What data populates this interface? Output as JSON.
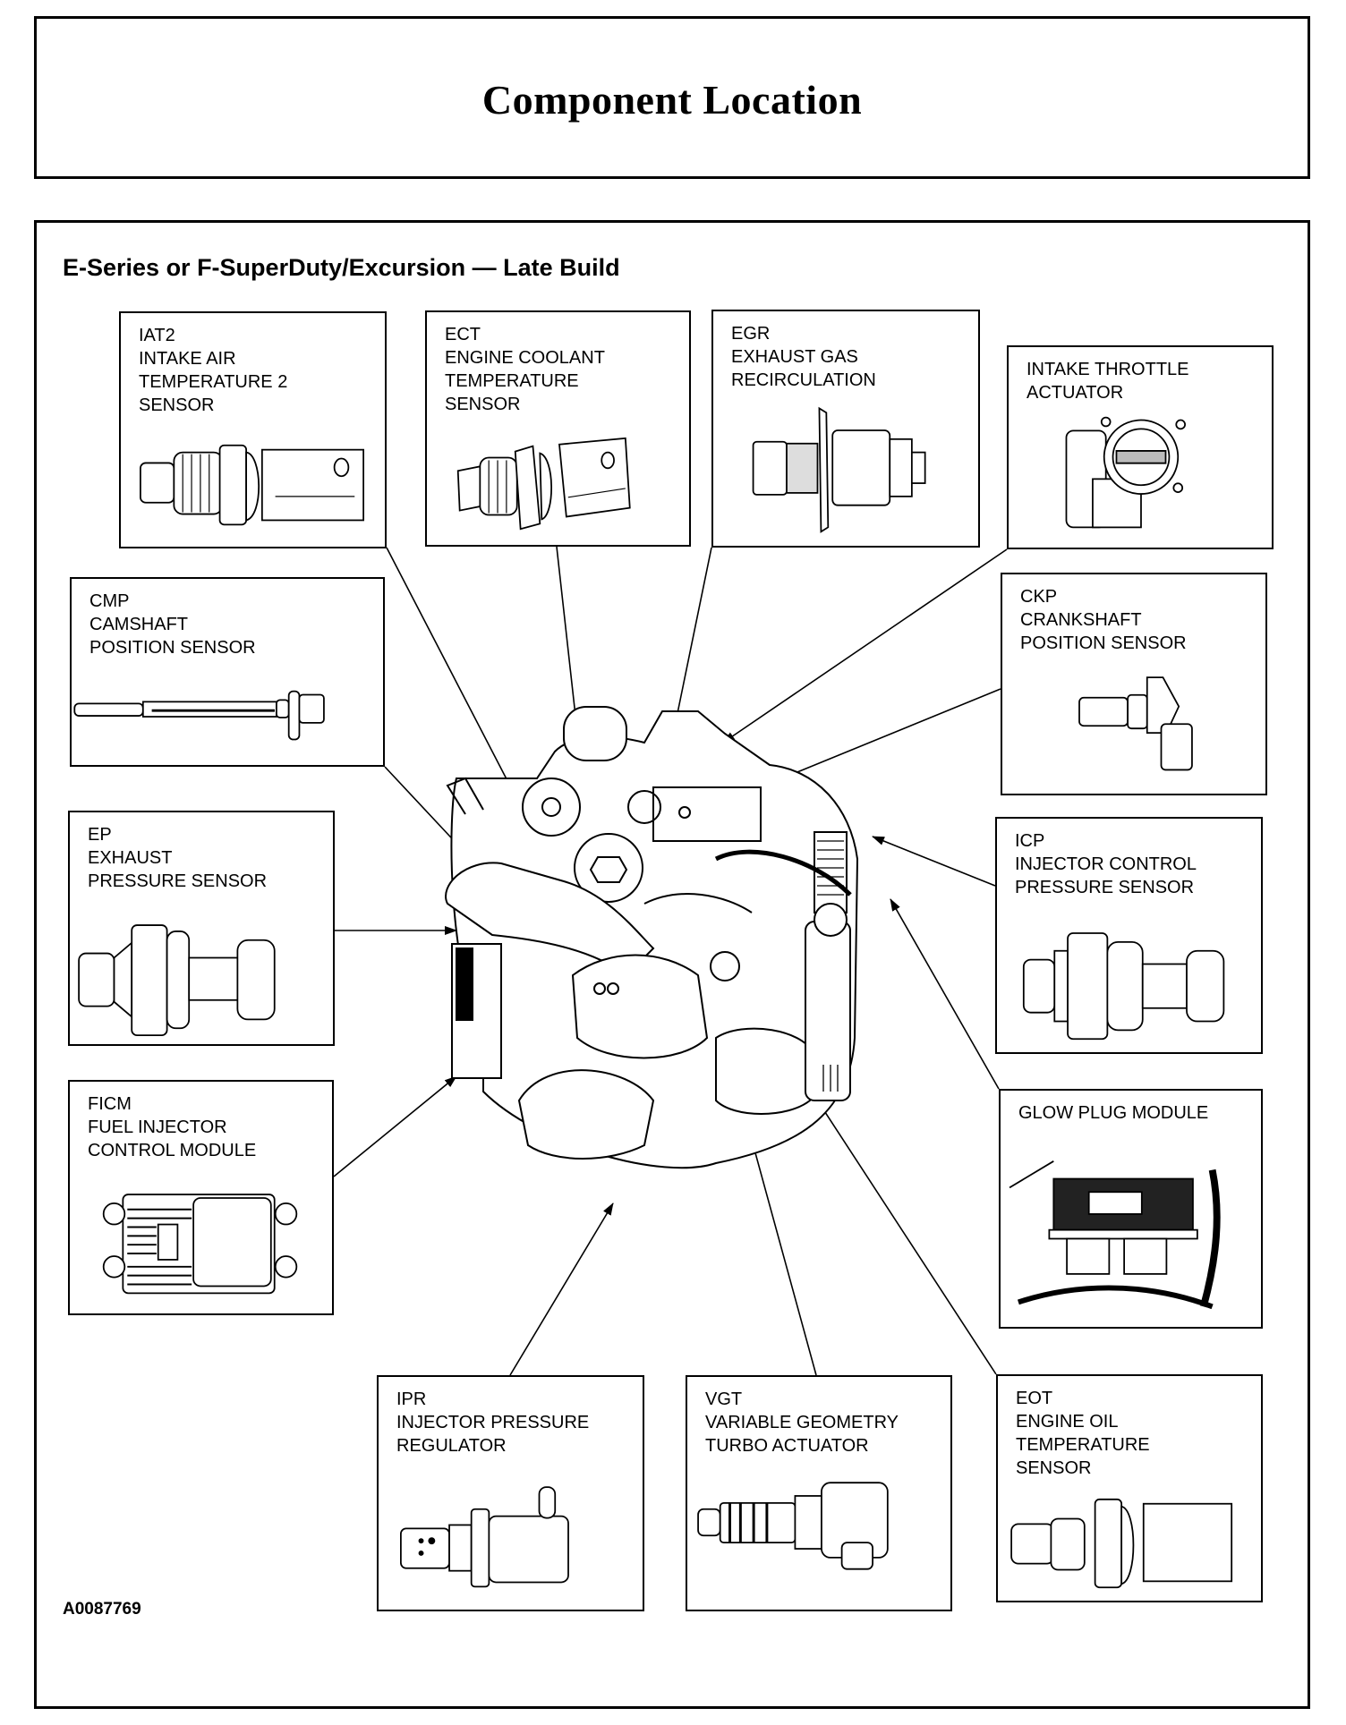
{
  "header": {
    "title": "Component Location"
  },
  "diagram": {
    "subtitle": "E-Series or F-SuperDuty/Excursion — Late Build",
    "figure_id": "A0087769",
    "center_image": "engine-assembly-illustration",
    "components": [
      {
        "id": "iat2",
        "abbr": "IAT2",
        "name": "INTAKE AIR\nTEMPERATURE 2\nSENSOR",
        "label": "IAT2\nINTAKE AIR\nTEMPERATURE 2\nSENSOR"
      },
      {
        "id": "ect",
        "abbr": "ECT",
        "name": "ENGINE COOLANT\nTEMPERATURE\nSENSOR",
        "label": "ECT\nENGINE COOLANT\nTEMPERATURE\nSENSOR"
      },
      {
        "id": "egr",
        "abbr": "EGR",
        "name": "EXHAUST GAS\nRECIRCULATION",
        "label": "EGR\nEXHAUST GAS\nRECIRCULATION"
      },
      {
        "id": "ita",
        "abbr": "",
        "name": "INTAKE THROTTLE\nACTUATOR",
        "label": "INTAKE THROTTLE\nACTUATOR"
      },
      {
        "id": "cmp",
        "abbr": "CMP",
        "name": "CAMSHAFT\nPOSITION SENSOR",
        "label": "CMP\nCAMSHAFT\nPOSITION SENSOR"
      },
      {
        "id": "ckp",
        "abbr": "CKP",
        "name": "CRANKSHAFT\nPOSITION SENSOR",
        "label": "CKP\nCRANKSHAFT\nPOSITION SENSOR"
      },
      {
        "id": "ep",
        "abbr": "EP",
        "name": "EXHAUST\nPRESSURE SENSOR",
        "label": "EP\nEXHAUST\nPRESSURE SENSOR"
      },
      {
        "id": "icp",
        "abbr": "ICP",
        "name": "INJECTOR CONTROL\nPRESSURE SENSOR",
        "label": "ICP\nINJECTOR CONTROL\nPRESSURE SENSOR"
      },
      {
        "id": "ficm",
        "abbr": "FICM",
        "name": "FUEL INJECTOR\nCONTROL MODULE",
        "label": "FICM\nFUEL INJECTOR\nCONTROL MODULE"
      },
      {
        "id": "gpm",
        "abbr": "",
        "name": "GLOW PLUG  MODULE",
        "label": "GLOW PLUG  MODULE"
      },
      {
        "id": "ipr",
        "abbr": "IPR",
        "name": "INJECTOR PRESSURE\nREGULATOR",
        "label": "IPR\nINJECTOR PRESSURE\nREGULATOR"
      },
      {
        "id": "vgt",
        "abbr": "VGT",
        "name": "VARIABLE GEOMETRY\nTURBO ACTUATOR",
        "label": "VGT\nVARIABLE GEOMETRY\nTURBO ACTUATOR"
      },
      {
        "id": "eot",
        "abbr": "EOT",
        "name": "ENGINE OIL\nTEMPERATURE\nSENSOR",
        "label": "EOT\nENGINE OIL\nTEMPERATURE\nSENSOR"
      }
    ]
  }
}
